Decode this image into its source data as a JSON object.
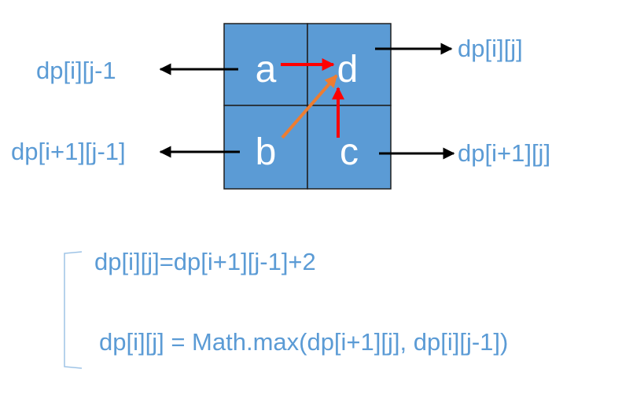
{
  "colors": {
    "cell_fill": "#5b9bd5",
    "cell_border": "#1f1f1f",
    "text_blue": "#5b9bd5",
    "arrow_black": "#000000",
    "arrow_red": "#ff0000",
    "arrow_orange": "#ed7d31",
    "brace_blue": "#9dc3e6"
  },
  "cells": {
    "a": "a",
    "b": "b",
    "c": "c",
    "d": "d"
  },
  "labels": {
    "a": "dp[i][j-1",
    "b": "dp[i+1][j-1]",
    "c": "dp[i+1][j]",
    "d": "dp[i][j]"
  },
  "formulas": {
    "case1": "dp[i][j]=dp[i+1][j-1]+2",
    "case2": "dp[i][j] = Math.max(dp[i+1][j], dp[i][j-1])"
  }
}
